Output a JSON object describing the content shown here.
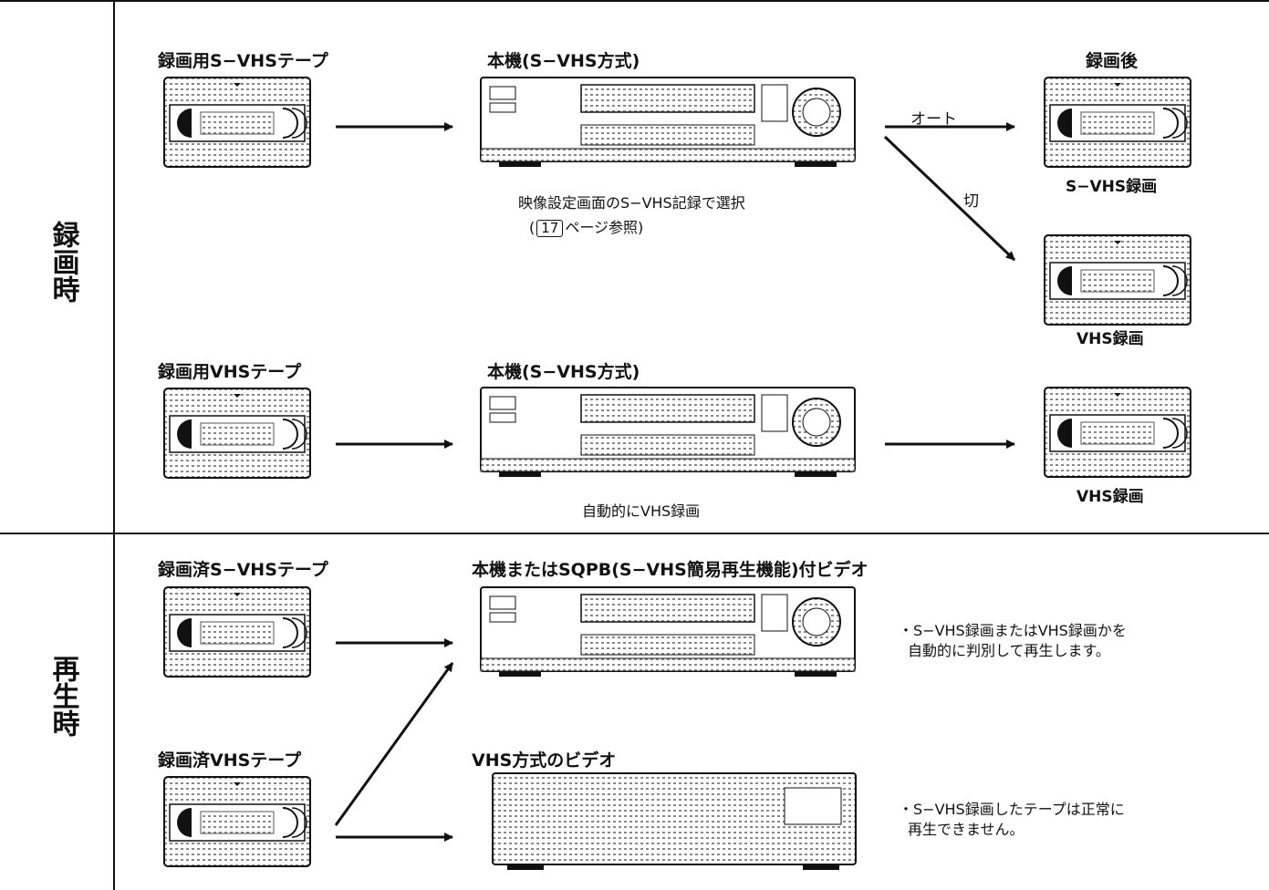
{
  "sections": {
    "recording_label": "録画時",
    "playback_label": "再生時"
  },
  "recording": {
    "row1": {
      "tape_label": "録画用S−VHSテープ",
      "deck_label": "本機(S−VHS方式)",
      "deck_caption": "映像設定画面のS−VHS記録で選択",
      "page_ref": "17",
      "page_ref_suffix": "ページ参照)",
      "page_ref_prefix": "(",
      "result_header": "録画後",
      "branch_auto": "オート",
      "branch_off": "切",
      "result_svhs": "S−VHS録画",
      "result_vhs": "VHS録画"
    },
    "row2": {
      "tape_label": "録画用VHSテープ",
      "deck_label": "本機(S−VHS方式)",
      "deck_caption": "自動的にVHS録画",
      "result_vhs": "VHS録画"
    }
  },
  "playback": {
    "tape1_label": "録画済S−VHSテープ",
    "tape2_label": "録画済VHSテープ",
    "deck_label": "本機またはSQPB(S−VHS簡易再生機能)付ビデオ",
    "vhs_deck_label": "VHS方式のビデオ",
    "note1_line1": "・S−VHS録画またはVHS録画かを",
    "note1_line2": "自動的に判別して再生します。",
    "note2_line1": "・S−VHS録画したテープは正常に",
    "note2_line2": "再生できません。"
  }
}
